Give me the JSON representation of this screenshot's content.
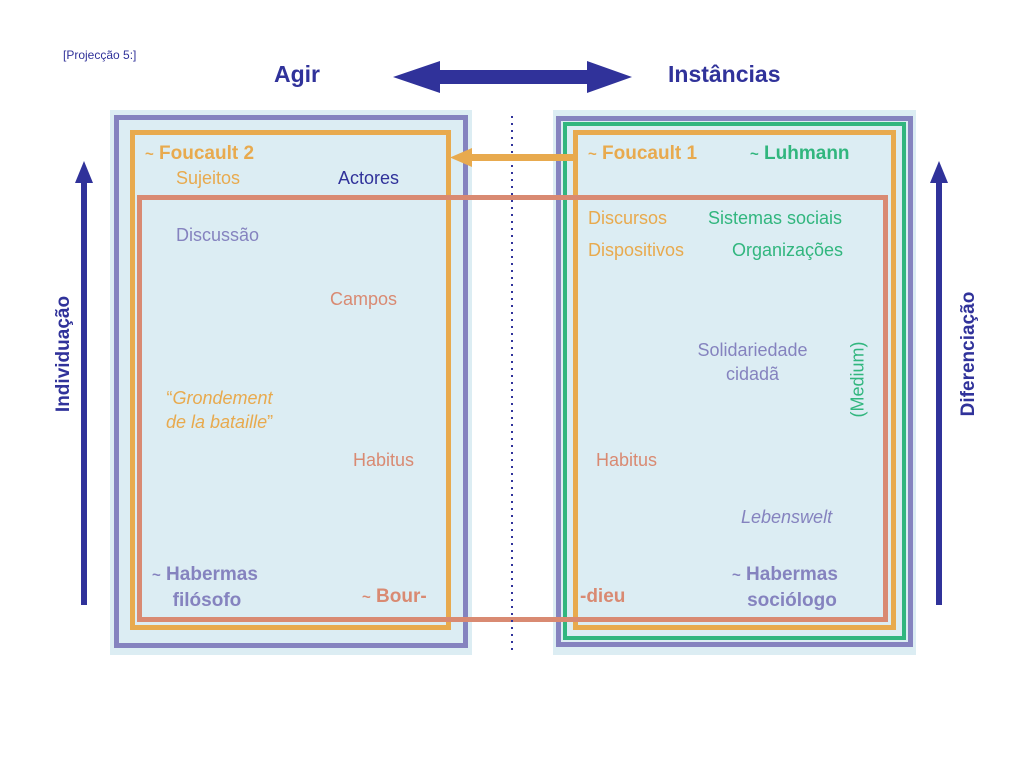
{
  "slide": {
    "tag": "[Projecção 5:]",
    "header_left": "Agir",
    "header_right": "Instâncias",
    "axis_left": "Individuação",
    "axis_right": "Diferenciação"
  },
  "left": {
    "tilde": "~",
    "foucault2": "Foucault 2",
    "sujeitos": "Sujeitos",
    "actores": "Actores",
    "discussao": "Discussão",
    "campos": "Campos",
    "quote_open": "“",
    "grondement_line1": "Grondement",
    "grondement_line2": "de la bataille",
    "quote_close": "”",
    "habitus": "Habitus",
    "habermas": "Habermas",
    "filosofo": "filósofo",
    "bour": "Bour-"
  },
  "right": {
    "tilde": "~",
    "foucault1": "Foucault 1",
    "luhmann": "Luhmann",
    "discursos": "Discursos",
    "sistemas": "Sistemas sociais",
    "dispositivos": "Dispositivos",
    "organizacoes": "Organizações",
    "solidariedade": "Solidariedade",
    "cidada": "cidadã",
    "medium": "(Medium)",
    "habitus": "Habitus",
    "lebenswelt": "Lebenswelt",
    "dieu": "-dieu",
    "habermas": "Habermas",
    "sociologo": "sociólogo"
  },
  "colors": {
    "navy": "#30329a",
    "purple": "#8583bf",
    "orange": "#e8aa4e",
    "salmon": "#d98a72",
    "green": "#31b67e",
    "panel": "#dcedf3"
  }
}
